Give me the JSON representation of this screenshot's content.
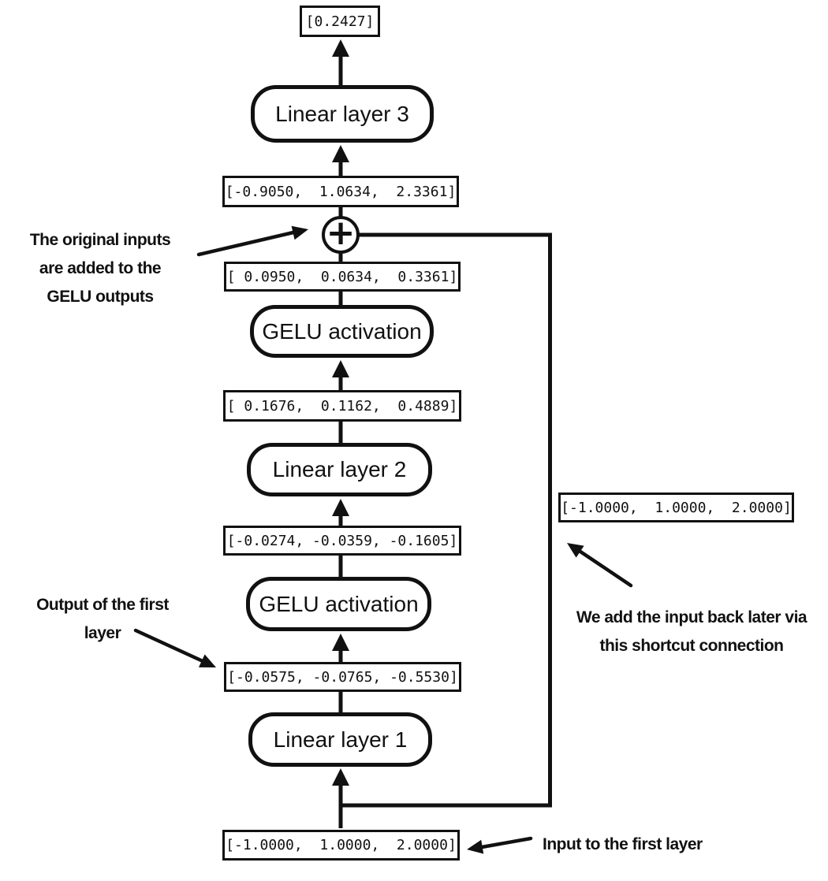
{
  "flow": {
    "final_output": "[0.2427]",
    "layer3_label": "Linear layer 3",
    "sum_output": "[-0.9050,  1.0634,  2.3361]",
    "gelu2_output": "[ 0.0950,  0.0634,  0.3361]",
    "gelu2_label": "GELU activation",
    "layer2_output": "[ 0.1676,  0.1162,  0.4889]",
    "layer2_label": "Linear layer 2",
    "gelu1_output": "[-0.0274, -0.0359, -0.1605]",
    "gelu1_label": "GELU activation",
    "layer1_output": "[-0.0575, -0.0765, -0.5530]",
    "layer1_label": "Linear layer 1",
    "input_value": "[-1.0000,  1.0000,  2.0000]",
    "shortcut_value": "[-1.0000,  1.0000,  2.0000]"
  },
  "annotations": {
    "sum_note": [
      "The original inputs",
      "are added to the",
      "GELU outputs"
    ],
    "first_output_note": [
      "Output of the first",
      "layer"
    ],
    "shortcut_note": [
      "We add the input back later via",
      "this shortcut connection"
    ],
    "input_note": "Input to the first layer"
  },
  "icons": {
    "sum_icon": "+"
  },
  "colors": {
    "line": "#111111",
    "background": "#ffffff"
  }
}
